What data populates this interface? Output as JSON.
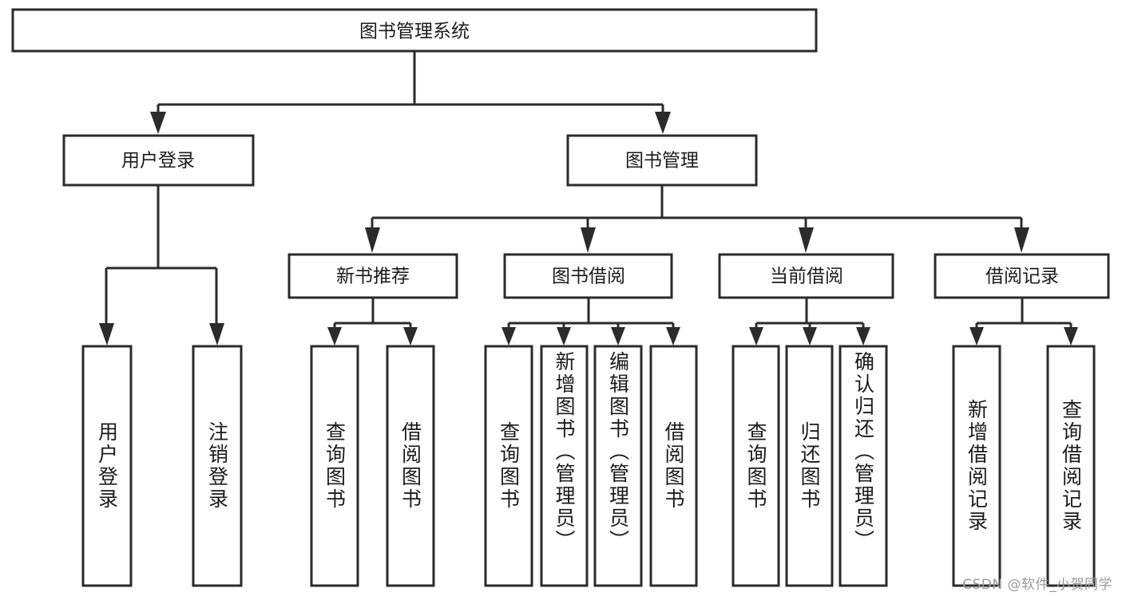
{
  "diagram": {
    "title": "图书管理系统",
    "type": "hierarchy-tree",
    "watermark": "CSDN @软件_小贺同学",
    "colors": {
      "background": "#ffffff",
      "box_fill": "#ffffff",
      "box_stroke": "#2b2b2b",
      "connector": "#2b2b2b",
      "text": "#1b1b1b",
      "watermark": "#9a9a9a"
    },
    "root": {
      "label": "图书管理系统"
    },
    "level2": [
      {
        "id": "user-login",
        "label": "用户登录"
      },
      {
        "id": "book-manage",
        "label": "图书管理"
      }
    ],
    "level3": [
      {
        "id": "new-book-recommend",
        "label": "新书推荐"
      },
      {
        "id": "book-borrow",
        "label": "图书借阅"
      },
      {
        "id": "current-borrow",
        "label": "当前借阅"
      },
      {
        "id": "borrow-record",
        "label": "借阅记录"
      }
    ],
    "leaves": {
      "user_login": [
        {
          "id": "leaf-user-login",
          "label": "用户登录"
        },
        {
          "id": "leaf-logout-login",
          "label": "注销登录"
        }
      ],
      "new_book_recommend": [
        {
          "id": "leaf-query-book-1",
          "label": "查询图书"
        },
        {
          "id": "leaf-borrow-book-1",
          "label": "借阅图书"
        }
      ],
      "book_borrow": [
        {
          "id": "leaf-query-book-2",
          "label": "查询图书"
        },
        {
          "id": "leaf-add-book",
          "label": "新增图书（管理员）"
        },
        {
          "id": "leaf-edit-book",
          "label": "编辑图书（管理员）"
        },
        {
          "id": "leaf-borrow-book-2",
          "label": "借阅图书"
        }
      ],
      "current_borrow": [
        {
          "id": "leaf-query-book-3",
          "label": "查询图书"
        },
        {
          "id": "leaf-return-book",
          "label": "归还图书"
        },
        {
          "id": "leaf-confirm-return",
          "label": "确认归还（管理员）"
        }
      ],
      "borrow_record": [
        {
          "id": "leaf-add-record",
          "label": "新增借阅记录"
        },
        {
          "id": "leaf-query-record",
          "label": "查询借阅记录"
        }
      ]
    }
  }
}
